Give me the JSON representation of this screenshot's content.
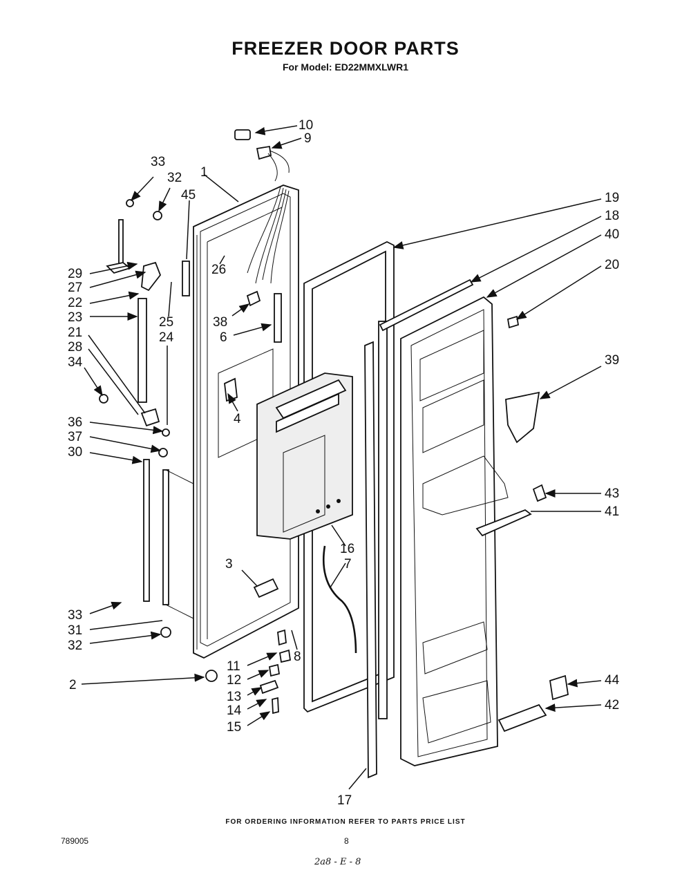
{
  "header": {
    "title": "FREEZER DOOR PARTS",
    "subtitle": "For Model: ED22MMXLWR1"
  },
  "footer": {
    "note": "FOR ORDERING INFORMATION REFER TO PARTS PRICE LIST",
    "doc_code": "789005",
    "page_number": "8",
    "handwriting": "2a8 - E - 8"
  },
  "callouts": [
    "10",
    "9",
    "1",
    "33",
    "32",
    "45",
    "19",
    "18",
    "40",
    "20",
    "29",
    "27",
    "26",
    "22",
    "38",
    "23",
    "25",
    "24",
    "6",
    "21",
    "28",
    "34",
    "4",
    "39",
    "36",
    "37",
    "30",
    "43",
    "41",
    "16",
    "7",
    "3",
    "33",
    "31",
    "32",
    "8",
    "11",
    "12",
    "2",
    "13",
    "14",
    "15",
    "44",
    "42",
    "17"
  ]
}
